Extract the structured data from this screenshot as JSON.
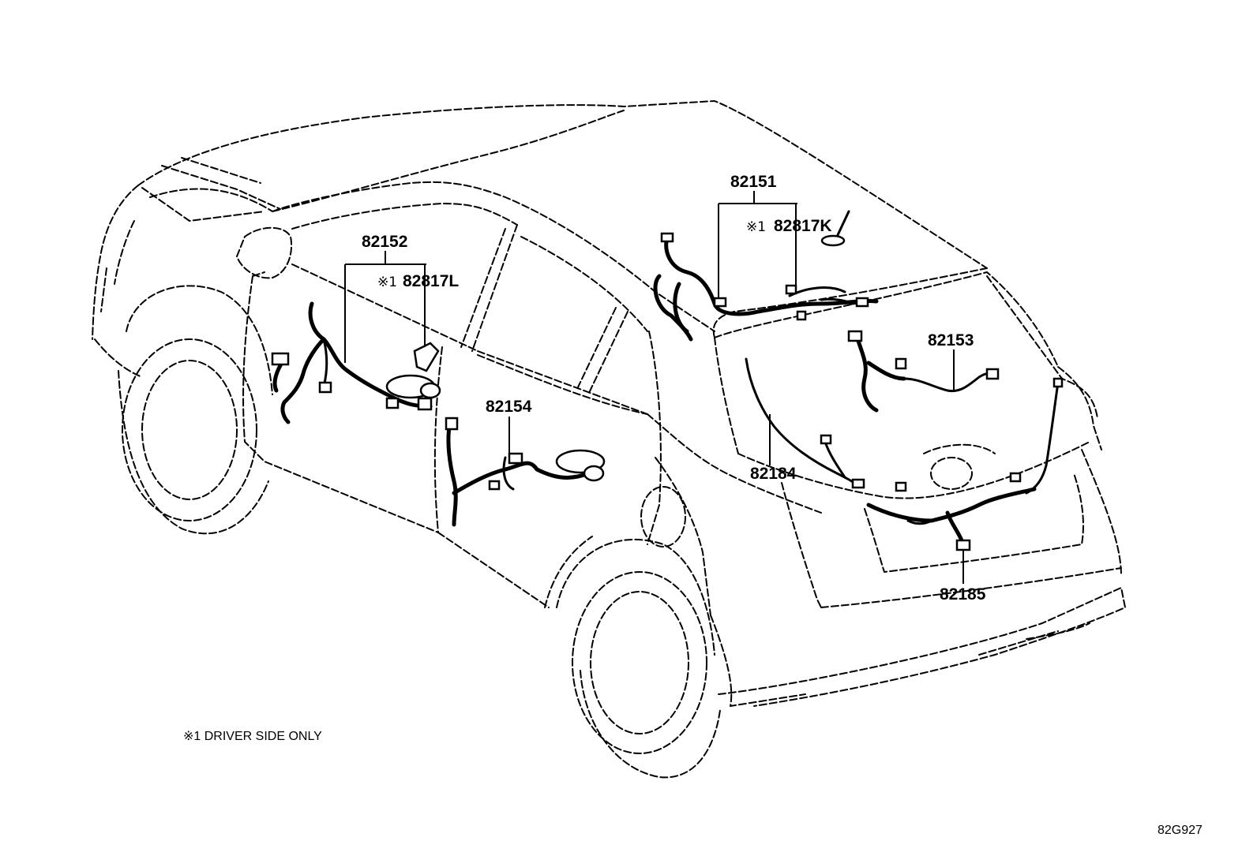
{
  "labels": {
    "p82151": "82151",
    "p82152": "82152",
    "p82153": "82153",
    "p82154": "82154",
    "p82184": "82184",
    "p82185": "82185",
    "p82817K": "82817K",
    "p82817L": "82817L"
  },
  "note_mark": "※1",
  "footnote": "※1 DRIVER SIDE ONLY",
  "ref_code": "82G927"
}
